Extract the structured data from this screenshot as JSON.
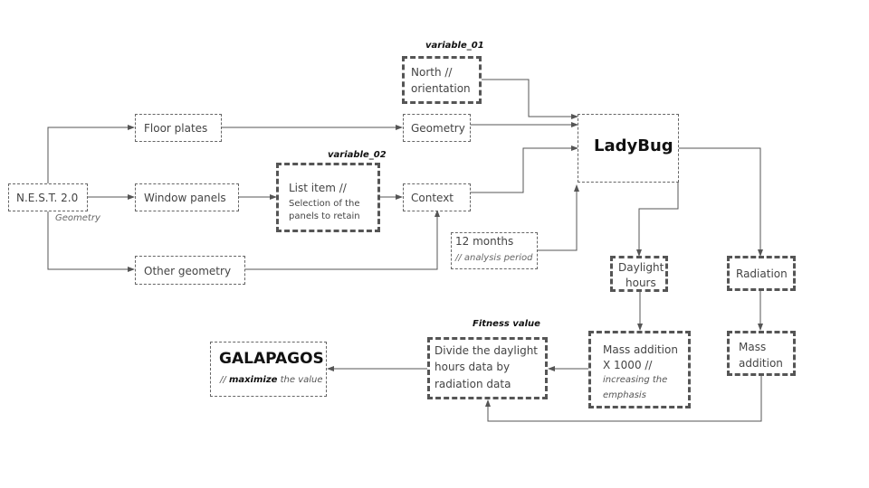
{
  "nodes": {
    "nest": {
      "label": "N.E.S.T. 2.0",
      "caption": "Geometry"
    },
    "floor_plates": {
      "label": "Floor plates"
    },
    "window_panels": {
      "label": "Window panels"
    },
    "other_geometry": {
      "label": "Other geometry"
    },
    "list_item": {
      "title": "List item //",
      "line2": "Selection of the",
      "line3": "panels to retain",
      "tag": "variable_02"
    },
    "north": {
      "line1": "North //",
      "line2": "orientation",
      "tag": "variable_01"
    },
    "geometry": {
      "label": "Geometry"
    },
    "context": {
      "label": "Context"
    },
    "months": {
      "line1": "12 months",
      "line2": "// analysis period"
    },
    "ladybug": {
      "label": "LadyBug"
    },
    "daylight": {
      "line1": "Daylight",
      "line2": "hours"
    },
    "radiation": {
      "label": "Radiation"
    },
    "mass_addition": {
      "line1": "Mass",
      "line2": "addition"
    },
    "mass_x1000": {
      "line1": "Mass addition",
      "line2": "X 1000 //",
      "line3": "increasing the",
      "line4": "emphasis"
    },
    "divide": {
      "line1": "Divide the daylight",
      "line2": "hours data by",
      "line3": "radiation data",
      "tag": "Fitness value"
    },
    "galapagos": {
      "title": "GALAPAGOS",
      "prefix": "//",
      "emph": "maximize",
      "suffix": "the value"
    }
  },
  "colors": {
    "line": "#555555",
    "text": "#444444"
  }
}
